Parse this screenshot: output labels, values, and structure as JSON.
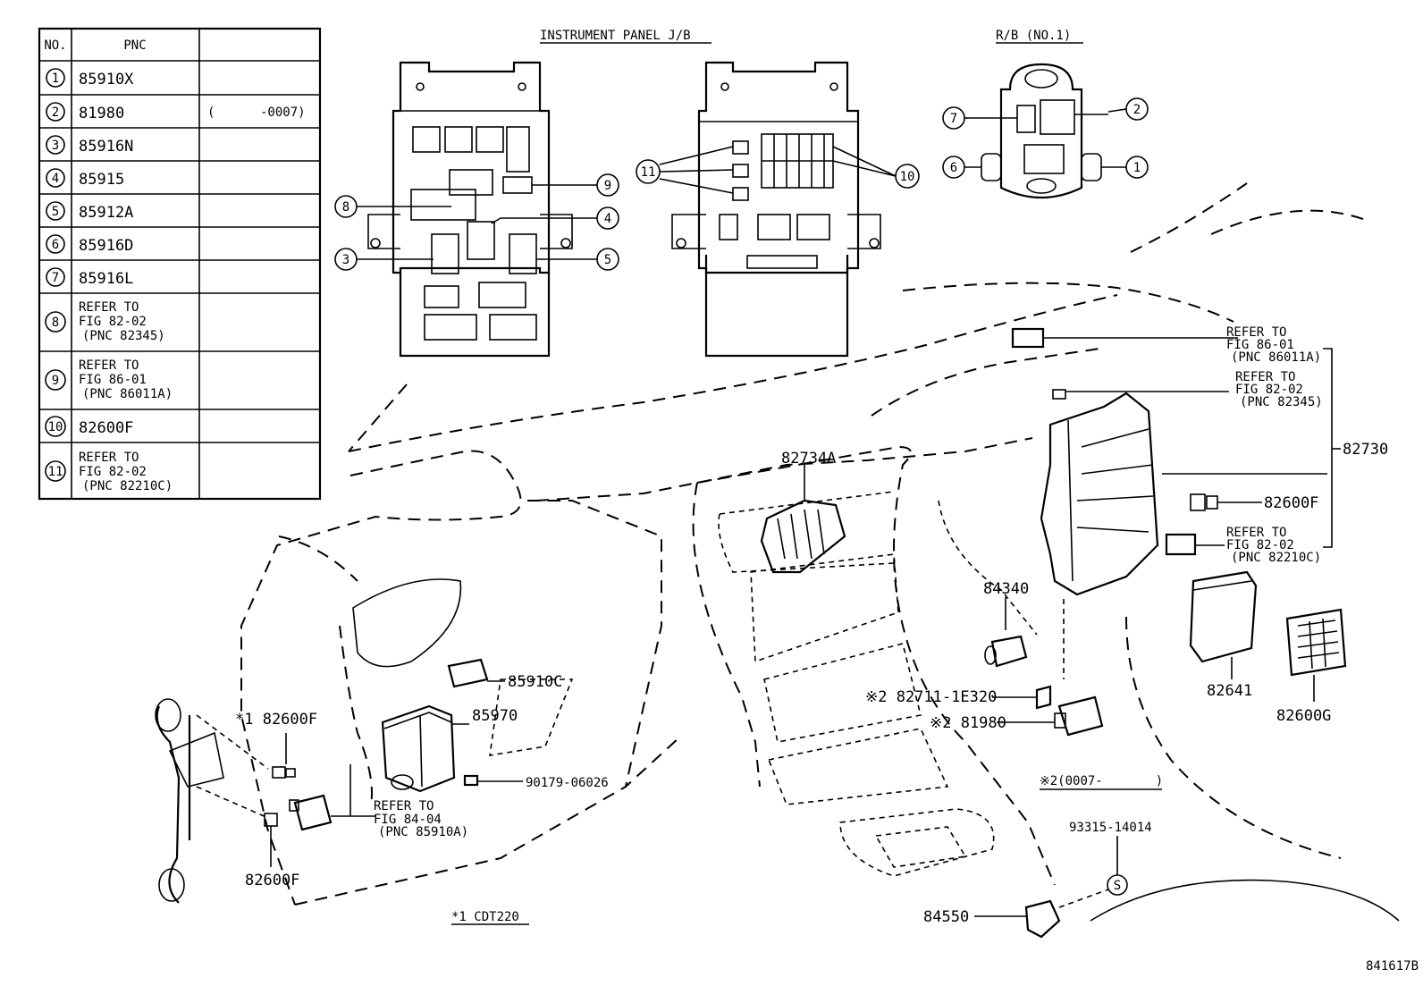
{
  "table": {
    "headers": [
      "NO.",
      "PNC",
      ""
    ],
    "rows": [
      {
        "no": "1",
        "pnc": [
          "85910X"
        ],
        "note": ""
      },
      {
        "no": "2",
        "pnc": [
          "81980"
        ],
        "note": "(      -0007)"
      },
      {
        "no": "3",
        "pnc": [
          "85916N"
        ],
        "note": ""
      },
      {
        "no": "4",
        "pnc": [
          "85915"
        ],
        "note": ""
      },
      {
        "no": "5",
        "pnc": [
          "85912A"
        ],
        "note": ""
      },
      {
        "no": "6",
        "pnc": [
          "85916D"
        ],
        "note": ""
      },
      {
        "no": "7",
        "pnc": [
          "85916L"
        ],
        "note": ""
      },
      {
        "no": "8",
        "pnc": [
          "REFER TO",
          "FIG 82-02",
          "(PNC 82345)"
        ],
        "note": ""
      },
      {
        "no": "9",
        "pnc": [
          "REFER TO",
          "FIG 86-01",
          "(PNC 86011A)"
        ],
        "note": ""
      },
      {
        "no": "10",
        "pnc": [
          "82600F"
        ],
        "note": ""
      },
      {
        "no": "11",
        "pnc": [
          "REFER TO",
          "FIG 82-02",
          "(PNC 82210C)"
        ],
        "note": ""
      }
    ]
  },
  "captions": {
    "instrument_panel": "INSTRUMENT PANEL J/B",
    "rb": "R/B (NO.1)",
    "cdt": "*1 CDT220",
    "footnote2": "※2(0007-       )",
    "figure_id": "841617B"
  },
  "callouts": {
    "n1": "1",
    "n2": "2",
    "n3": "3",
    "n4": "4",
    "n5": "5",
    "n6": "6",
    "n7": "7",
    "n8": "8",
    "n9": "9",
    "n10": "10",
    "n11": "11",
    "s": "S"
  },
  "labels": {
    "p82734A": "82734A",
    "p84340": "84340",
    "p82711": "※2 82711-1E320",
    "p81980": "※2 81980",
    "p85910C": "85910C",
    "p85970": "85970",
    "p90179": "90179-06026",
    "p82600F_star": "*1 82600F",
    "p82600F_low": "82600F",
    "refer_84": [
      "REFER TO",
      "FIG 84-04",
      "(PNC 85910A)"
    ],
    "refer_86": [
      "REFER TO",
      "FIG 86-01",
      "(PNC 86011A)"
    ],
    "refer_82345": [
      "REFER TO",
      "FIG 82-02",
      "(PNC 82345)"
    ],
    "refer_82210": [
      "REFER TO",
      "FIG 82-02",
      "(PNC 82210C)"
    ],
    "p82730": "82730",
    "p82600F_right": "82600F",
    "p82641": "82641",
    "p82600G": "82600G",
    "p93315": "93315-14014",
    "p84550": "84550"
  }
}
